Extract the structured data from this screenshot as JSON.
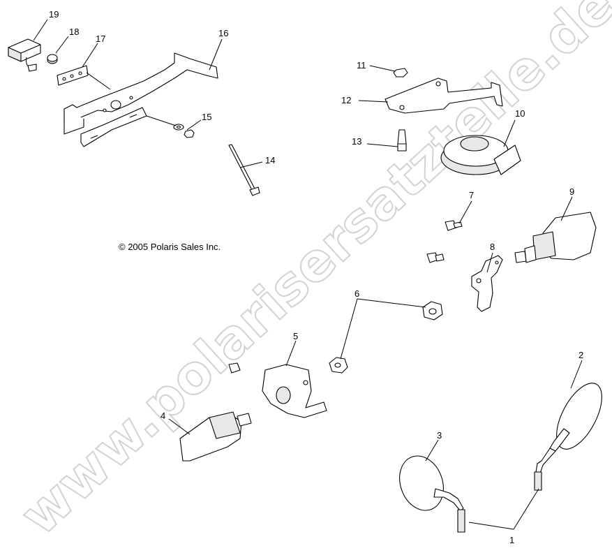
{
  "copyright": "© 2005 Polaris Sales Inc.",
  "watermark": "www.polarisersatzteile.de",
  "callouts": [
    {
      "id": "c1",
      "label": "1"
    },
    {
      "id": "c2",
      "label": "2"
    },
    {
      "id": "c3",
      "label": "3"
    },
    {
      "id": "c4",
      "label": "4"
    },
    {
      "id": "c5",
      "label": "5"
    },
    {
      "id": "c6",
      "label": "6"
    },
    {
      "id": "c7",
      "label": "7"
    },
    {
      "id": "c8",
      "label": "8"
    },
    {
      "id": "c9",
      "label": "9"
    },
    {
      "id": "c10",
      "label": "10"
    },
    {
      "id": "c11",
      "label": "11"
    },
    {
      "id": "c12",
      "label": "12"
    },
    {
      "id": "c13",
      "label": "13"
    },
    {
      "id": "c14",
      "label": "14"
    },
    {
      "id": "c15",
      "label": "15"
    },
    {
      "id": "c16",
      "label": "16"
    },
    {
      "id": "c17",
      "label": "17"
    },
    {
      "id": "c18",
      "label": "18"
    },
    {
      "id": "c19",
      "label": "19"
    }
  ]
}
